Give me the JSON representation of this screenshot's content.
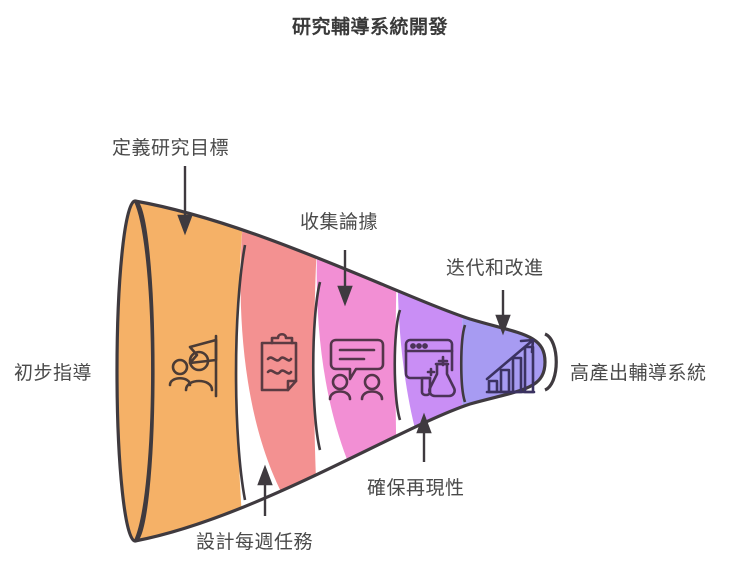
{
  "title": "研究輔導系統開發",
  "side_labels": {
    "left": "初步指導",
    "right": "高產出輔導系統"
  },
  "stages": [
    {
      "id": "stage-1",
      "label": "定義研究目標",
      "color": "#F5B167",
      "icon": "people-flag-icon",
      "label_side": "top"
    },
    {
      "id": "stage-2",
      "label": "設計每週任務",
      "color": "#F39191",
      "icon": "clipboard-icon",
      "label_side": "bottom"
    },
    {
      "id": "stage-3",
      "label": "收集論據",
      "color": "#F28FD4",
      "icon": "discussion-icon",
      "label_side": "top"
    },
    {
      "id": "stage-4",
      "label": "確保再現性",
      "color": "#C98EF5",
      "icon": "browser-flask-icon",
      "label_side": "bottom"
    },
    {
      "id": "stage-5",
      "label": "迭代和改進",
      "color": "#A79BF2",
      "icon": "growth-chart-icon",
      "label_side": "top"
    }
  ],
  "chart_data": {
    "type": "funnel",
    "title": "研究輔導系統開發",
    "categories": [
      "定義研究目標",
      "設計每週任務",
      "收集論據",
      "確保再現性",
      "迭代和改進"
    ],
    "colors": [
      "#F5B167",
      "#F39191",
      "#F28FD4",
      "#C98EF5",
      "#A79BF2"
    ],
    "input_label": "初步指導",
    "output_label": "高產出輔導系統",
    "orientation": "horizontal-left-to-right",
    "legend": "none",
    "grid": false
  },
  "style": {
    "stroke": "#3f3a3f",
    "text": "#4a4a4a",
    "background": "#ffffff"
  }
}
